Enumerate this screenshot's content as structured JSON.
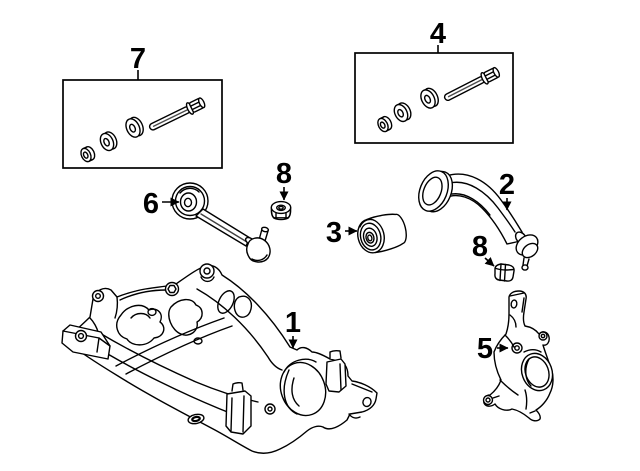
{
  "diagram": {
    "background_color": "#ffffff",
    "line_color": "#000000",
    "label_color": "#000000",
    "callouts": {
      "c1": {
        "label": "1"
      },
      "c2": {
        "label": "2"
      },
      "c3": {
        "label": "3"
      },
      "c4": {
        "label": "4"
      },
      "c5": {
        "label": "5"
      },
      "c6": {
        "label": "6"
      },
      "c7": {
        "label": "7"
      },
      "c8_upper": {
        "label": "8"
      },
      "c8_lower": {
        "label": "8"
      }
    }
  }
}
